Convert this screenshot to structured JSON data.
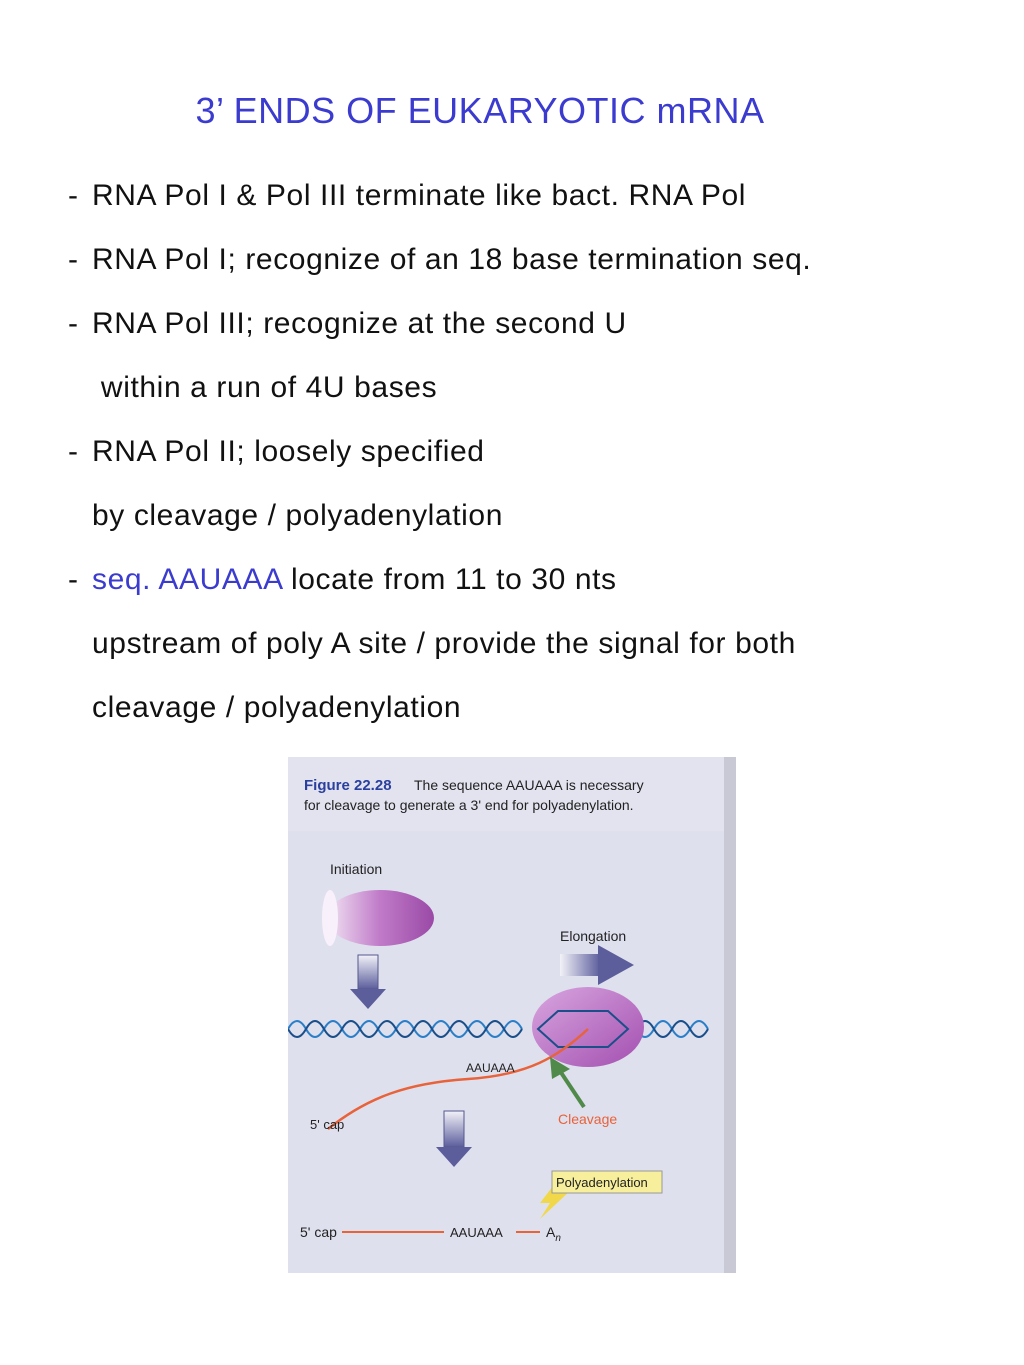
{
  "slide": {
    "title": "3’ ENDS OF EUKARYOTIC mRNA",
    "bullets": [
      {
        "dash": "-",
        "text": "RNA Pol I & Pol III terminate like bact. RNA Pol"
      },
      {
        "dash": "-",
        "text": "RNA Pol I; recognize of an 18 base termination seq."
      },
      {
        "dash": "-",
        "text": "RNA Pol III; recognize at the second U"
      },
      {
        "dash": "",
        "text": " within a run of 4U bases"
      },
      {
        "dash": "-",
        "text": "RNA Pol II; loosely specified"
      },
      {
        "dash": "",
        "text": "by cleavage / polyadenylation"
      },
      {
        "dash": "-",
        "highlight": "seq. AAUAAA",
        "text": " locate from 11 to 30 nts"
      },
      {
        "dash": "",
        "text": "upstream of poly A site / provide the signal for both"
      },
      {
        "dash": "",
        "text": "cleavage / polyadenylation"
      }
    ]
  },
  "figure": {
    "caption_label": "Figure 22.28",
    "caption_line1": "The sequence AAUAAA is necessary",
    "caption_line2": "for cleavage to generate a 3' end for polyadenylation.",
    "labels": {
      "initiation": "Initiation",
      "elongation": "Elongation",
      "aauaaa_1": "AAUAAA",
      "cap_1": "5' cap",
      "cleavage": "Cleavage",
      "polyadenylation": "Polyadenylation",
      "cap_2": "5' cap",
      "aauaaa_2": "AAUAAA",
      "an_base": "A",
      "an_sub": "n"
    },
    "colors": {
      "title": "#3b3bd0",
      "rna": "#e8623a",
      "polymerase": "#b05ab8",
      "dna": "#2b7fc8",
      "cleavage_arrow": "#4f8a4a",
      "polyA_box": "#f7ef9c"
    }
  }
}
